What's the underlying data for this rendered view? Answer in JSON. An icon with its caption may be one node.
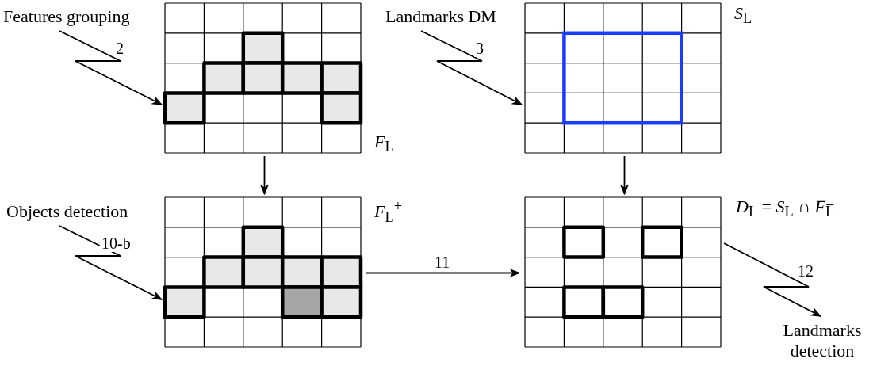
{
  "diagram": {
    "nodes": [
      {
        "text": [],
        "shape": "grid",
        "beside": [
          "*F*$_{L}$"
        ]
      },
      {
        "text": [],
        "shape": "grid",
        "beside": [
          "*S*$_{L}$"
        ]
      },
      {
        "text": [],
        "shape": "grid",
        "beside": [
          "*F*$_{L}$$^{+}$"
        ]
      },
      {
        "text": [],
        "shape": "grid",
        "beside": [
          "*D*$_{L}$ = *S*$_{L}$ ∩ *F̅*$_{L̅}$"
        ]
      },
      {
        "text": [
          "Features grouping"
        ]
      },
      {
        "text": [
          "Landmarks DM"
        ]
      },
      {
        "text": [
          "Objects detection"
        ]
      },
      {
        "text": [
          "Landmarks detection"
        ]
      }
    ],
    "edges": [
      {
        "from": 4,
        "to": 0,
        "arrow": "to",
        "label": "2"
      },
      {
        "from": 5,
        "to": 1,
        "arrow": "to",
        "label": "3"
      },
      {
        "from": 6,
        "to": 2,
        "arrow": "to",
        "label": "10-b"
      },
      {
        "from": 3,
        "to": 7,
        "arrow": "to",
        "label": "12"
      },
      {
        "from": 0,
        "to": 2,
        "arrow": "to"
      },
      {
        "from": 1,
        "to": 3,
        "arrow": "to"
      },
      {
        "from": 2,
        "to": 3,
        "arrow": "to",
        "label": "11"
      }
    ]
  }
}
